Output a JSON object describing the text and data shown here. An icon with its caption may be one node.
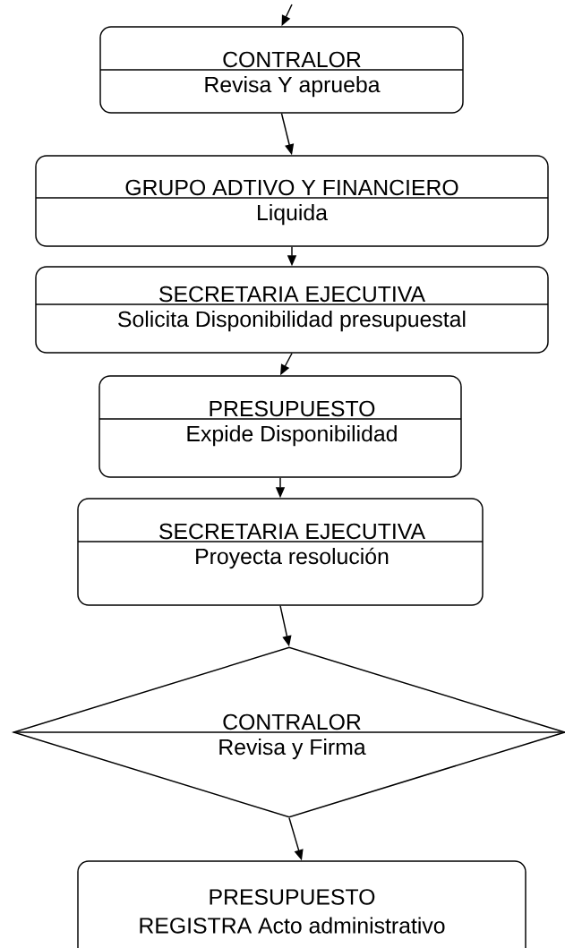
{
  "diagram": {
    "nodes": [
      {
        "text": [
          "CONTRALOR",
          "Revisa Y aprueba"
        ]
      },
      {
        "text": [
          "GRUPO ADTIVO Y FINANCIERO",
          "Liquida"
        ]
      },
      {
        "text": [
          "SECRETARIA EJECUTIVA",
          "Solicita Disponibilidad presupuestal"
        ]
      },
      {
        "text": [
          "PRESUPUESTO",
          "Expide Disponibilidad"
        ]
      },
      {
        "text": [
          "SECRETARIA EJECUTIVA",
          "Proyecta resolución"
        ]
      },
      {
        "text": [
          "CONTRALOR",
          "Revisa y Firma"
        ]
      },
      {
        "text": [
          "PRESUPUESTO",
          "REGISTRA Acto administrativo"
        ]
      }
    ],
    "edges": [
      {
        "from": null,
        "to": 0,
        "arrow": "to"
      },
      {
        "from": 0,
        "to": 1,
        "arrow": "to"
      },
      {
        "from": 1,
        "to": 2,
        "arrow": "to"
      },
      {
        "from": 2,
        "to": 3,
        "arrow": "to"
      },
      {
        "from": 3,
        "to": 4,
        "arrow": "to"
      },
      {
        "from": 4,
        "to": 5,
        "arrow": "to"
      },
      {
        "from": 5,
        "to": 6,
        "arrow": "to"
      }
    ]
  }
}
